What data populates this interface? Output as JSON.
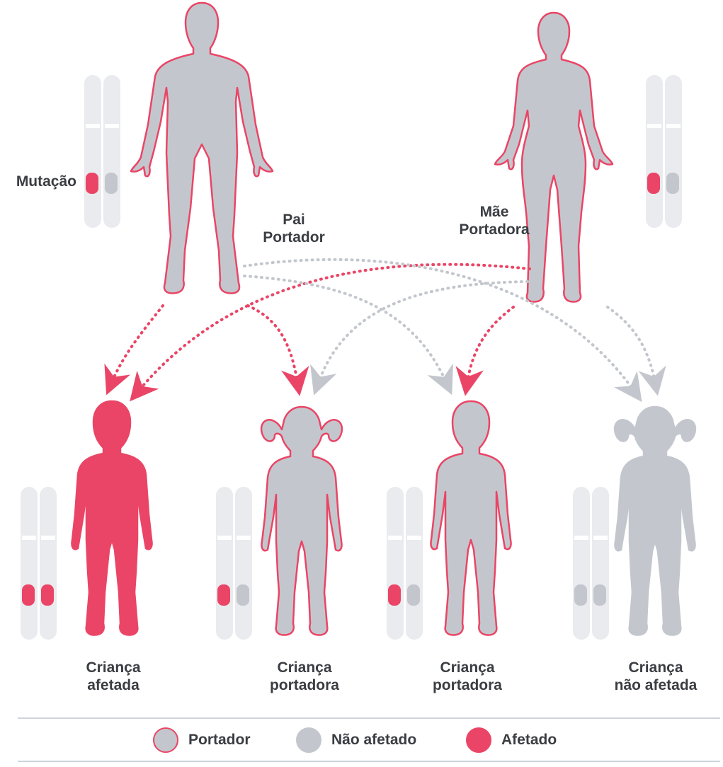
{
  "colors": {
    "affected": "#ea4566",
    "unaffected": "#c3c7cd",
    "chromosome": "#e9ebee",
    "text": "#3a3d42",
    "divider": "#cdd3dc"
  },
  "labels": {
    "mutation": "Mutação",
    "father_line1": "Pai",
    "father_line2": "Portador",
    "mother_line1": "Mãe",
    "mother_line2": "Portadora"
  },
  "children": [
    {
      "line1": "Criança",
      "line2": "afetada",
      "status": "affected",
      "alleles": [
        "mut",
        "mut"
      ]
    },
    {
      "line1": "Criança",
      "line2": "portadora",
      "status": "carrier",
      "alleles": [
        "mut",
        "normal"
      ]
    },
    {
      "line1": "Criança",
      "line2": "portadora",
      "status": "carrier",
      "alleles": [
        "mut",
        "normal"
      ]
    },
    {
      "line1": "Criança",
      "line2": "não afetada",
      "status": "unaffected",
      "alleles": [
        "normal",
        "normal"
      ]
    }
  ],
  "legend": [
    {
      "label": "Portador",
      "status": "carrier"
    },
    {
      "label": "Não afetado",
      "status": "unaffected"
    },
    {
      "label": "Afetado",
      "status": "affected"
    }
  ]
}
